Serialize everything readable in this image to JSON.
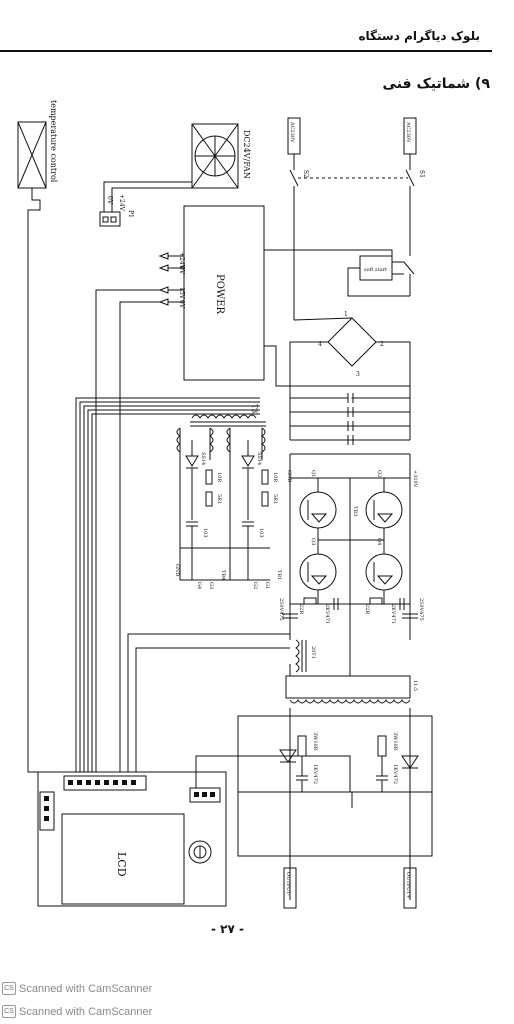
{
  "header": {
    "title": "بلوک دیاگرام دستگاه"
  },
  "section": {
    "title": "۹) شماتیک فنی"
  },
  "labels": {
    "temperature_control": "temperature control",
    "fan": "DC24V/FAN",
    "fan_plus": "+24V",
    "fan_zero": "0V",
    "fan_ref": "P1",
    "power": "POWER",
    "out_24v": "+24V",
    "out_0v_a": "0V",
    "out_15v": "15V",
    "out_0v_b": "0V",
    "ac_left": "AC230V",
    "ac_right": "AC230V",
    "s2": "S2",
    "s1": "S1",
    "soft_start": "soft start",
    "bridge_4": "4",
    "bridge_2": "2",
    "bridge_1": "1",
    "bridge_3": "3",
    "t3": "T3",
    "ss14_a": "SS14",
    "ss14_b": "SS14",
    "r10_a": "10R",
    "r10_b": "10R",
    "r5_a": "5R1",
    "r5_b": "5R1",
    "c103_a": "103",
    "c103_b": "103",
    "gnd_a": "GND",
    "gnd_b": "GND",
    "g_labels": [
      "G4",
      "G3",
      "G2",
      "G1",
      "TB4",
      "TB1"
    ],
    "q1": "Q1",
    "q2": "Q2",
    "q3": "Q3",
    "q4": "Q4",
    "plus310": "+310V",
    "tb_mid": "TB3",
    "r22_a": "22R",
    "r22_b": "22R",
    "cap_a": "2KV471",
    "cap_b": "2KV471",
    "cap_c": "250V475",
    "cap_d": "250V475",
    "t2": "20T1",
    "t1": "11:5",
    "res_a": "3W10R",
    "res_b": "3W10R",
    "hv_a": "1KV472",
    "hv_b": "1KV472",
    "lcd": "LCD",
    "out_left": "OUTPUT-",
    "out_right": "OUTPUT+"
  },
  "page": {
    "number": "- ٢٧ -"
  },
  "watermarks": [
    "Scanned with CamScanner",
    "Scanned with CamScanner"
  ]
}
